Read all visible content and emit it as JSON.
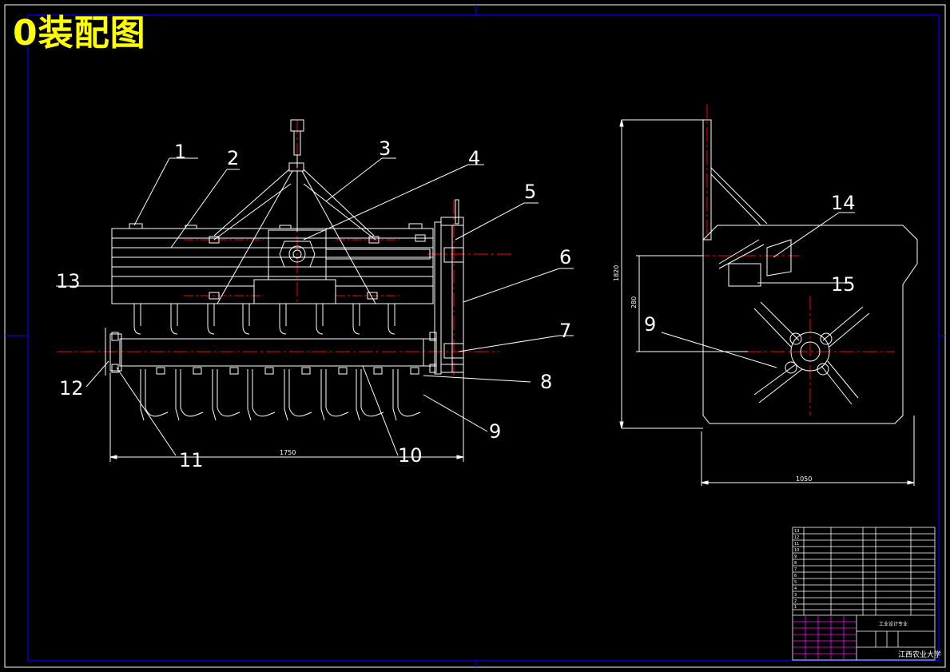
{
  "title": "0装配图",
  "colors": {
    "background": "#000000",
    "line": "#ffffff",
    "frame": "#0000ff",
    "centerline": "#ff0000",
    "title": "#ffff00",
    "table_accent": "#ff00ff"
  },
  "front_view": {
    "part_labels": [
      "1",
      "2",
      "3",
      "4",
      "5",
      "6",
      "7",
      "8",
      "9",
      "10",
      "11",
      "12",
      "13"
    ],
    "dimension_width": "1750"
  },
  "side_view": {
    "part_labels": [
      "14",
      "15",
      "9"
    ],
    "dimension_height": "1820",
    "dimension_inner": "280",
    "dimension_width": "1050"
  },
  "title_block": {
    "bom_row_numbers": [
      "13",
      "12",
      "11",
      "10",
      "9",
      "8",
      "7",
      "6",
      "5",
      "4",
      "3",
      "2",
      "1"
    ],
    "school_name": "江西农业大学",
    "design_title": "工业设计专业"
  }
}
